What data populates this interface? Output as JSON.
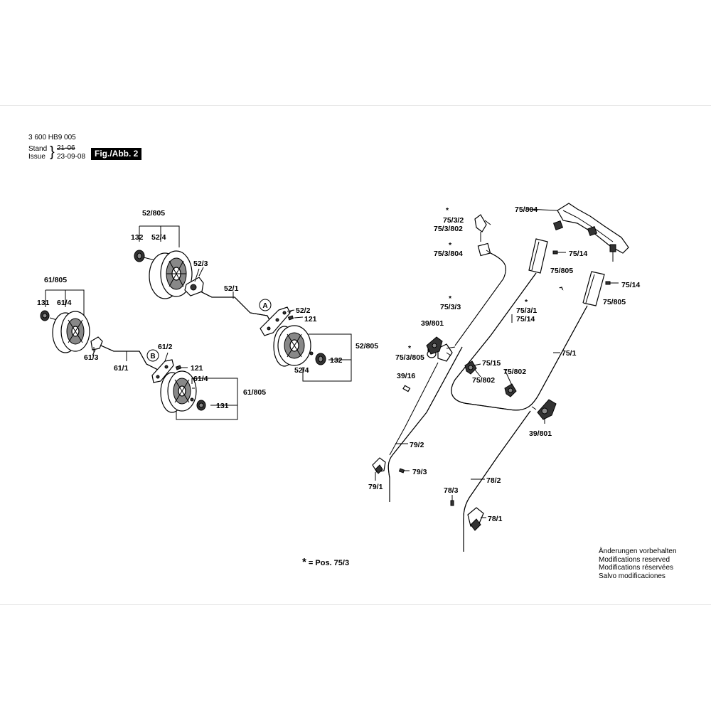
{
  "header": {
    "doc_number": "3 600 HB9 005",
    "stand_label": "Stand",
    "issue_label": "Issue",
    "old_date": "21-06",
    "new_date": "23-09-08",
    "figure_label": "Fig./Abb. 2"
  },
  "callouts": {
    "a": "A",
    "b": "B"
  },
  "parts": {
    "p52_805": "52/805",
    "p132": "132",
    "p52_4": "52/4",
    "p52_3": "52/3",
    "p52_1": "52/1",
    "p52_2": "52/2",
    "p121": "121",
    "p61_805": "61/805",
    "p131": "131",
    "p61_4": "61/4",
    "p61_3": "61/3",
    "p61_1": "61/1",
    "p61_2": "61/2",
    "p75_804": "75/804",
    "p75_3_2": "75/3/2",
    "p75_3_802": "75/3/802",
    "p75_3_804": "75/3/804",
    "p75_14": "75/14",
    "p75_805": "75/805",
    "p75_3_3": "75/3/3",
    "p75_3_1": "75/3/1",
    "p39_801": "39/801",
    "p75_3_805": "75/3/805",
    "p75_1": "75/1",
    "p75_15": "75/15",
    "p75_802": "75/802",
    "p39_16": "39/16",
    "p79_2": "79/2",
    "p79_3": "79/3",
    "p79_1": "79/1",
    "p78_3": "78/3",
    "p78_2": "78/2",
    "p78_1": "78/1"
  },
  "legend": {
    "star": "*",
    "text": "= Pos.  75/3"
  },
  "notes": [
    "Änderungen vorbehalten",
    "Modifications reserved",
    "Modifications réservées",
    "Salvo modificaciones"
  ]
}
